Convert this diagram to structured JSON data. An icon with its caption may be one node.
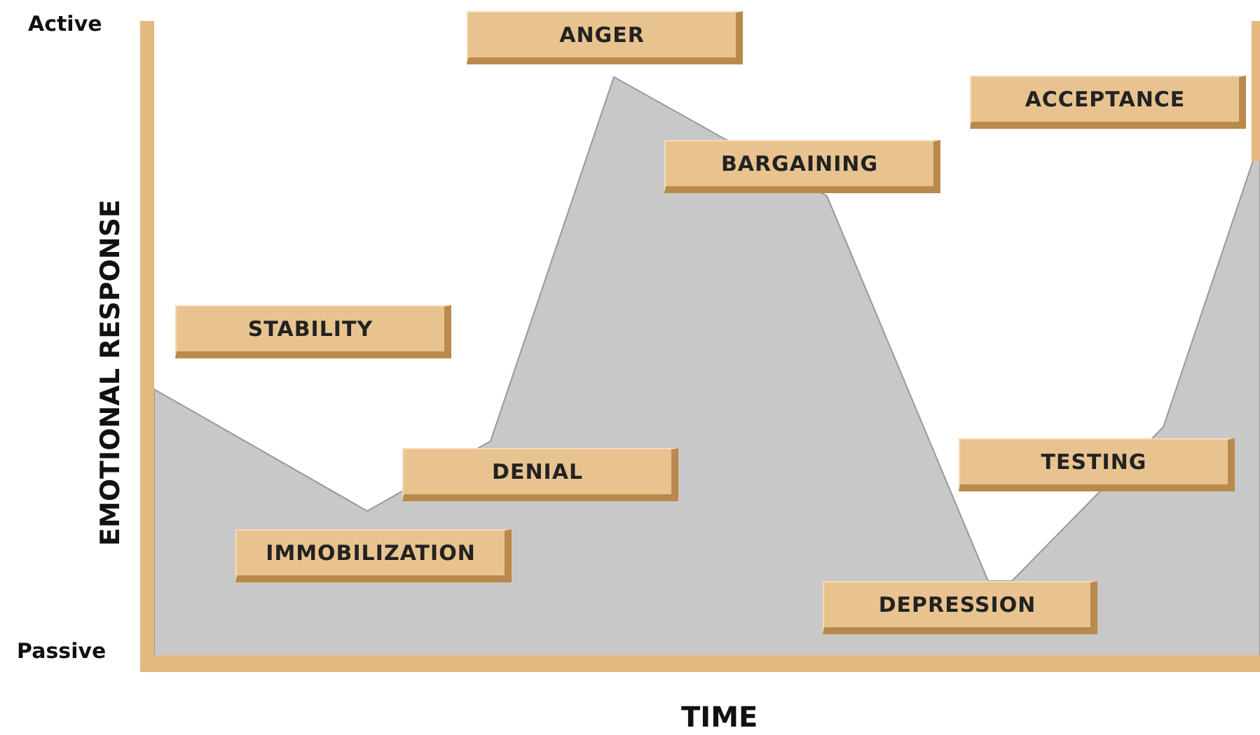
{
  "diagram": {
    "nodes": [
      {
        "text": [
          "STABILITY"
        ]
      },
      {
        "text": [
          "IMMOBILIZATION"
        ]
      },
      {
        "text": [
          "DENIAL"
        ]
      },
      {
        "text": [
          "ANGER"
        ]
      },
      {
        "text": [
          "BARGAINING"
        ]
      },
      {
        "text": [
          "DEPRESSION"
        ]
      },
      {
        "text": [
          "TESTING"
        ]
      },
      {
        "text": [
          "ACCEPTANCE"
        ]
      }
    ],
    "labels": [
      "Active",
      "EMOTIONAL RESPONSE",
      "Passive",
      "TIME"
    ]
  }
}
